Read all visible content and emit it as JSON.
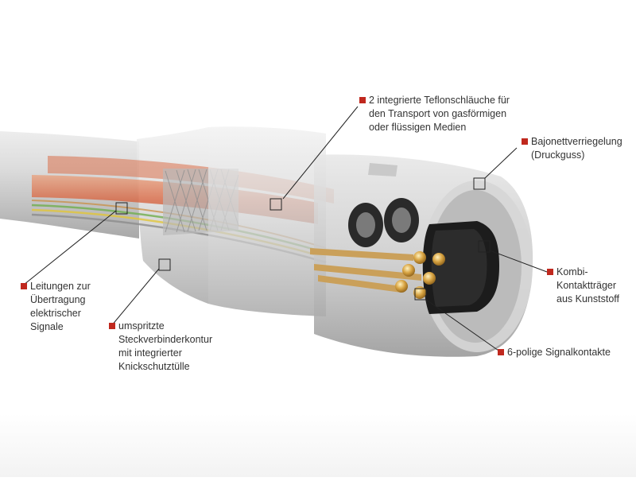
{
  "colors": {
    "bullet": "#c0281e",
    "text": "#333333",
    "leader": "#222222"
  },
  "callouts": {
    "tubes": "2 integrierte Teflonschläuche für\nden Transport von gasförmigen\noder flüssigen Medien",
    "bayonet": "Bajonettverriegelung\n(Druckguss)",
    "carrier": "Kombi-\nKontaktträger\naus Kunststoff",
    "contacts": "6-polige Signalkontakte",
    "wires": "Leitungen zur\nÜbertragung\nelektrischer\nSignale",
    "overmold": "umspritzte\nSteckverbinderkontur\nmit integrierter\nKnickschutztülle"
  }
}
